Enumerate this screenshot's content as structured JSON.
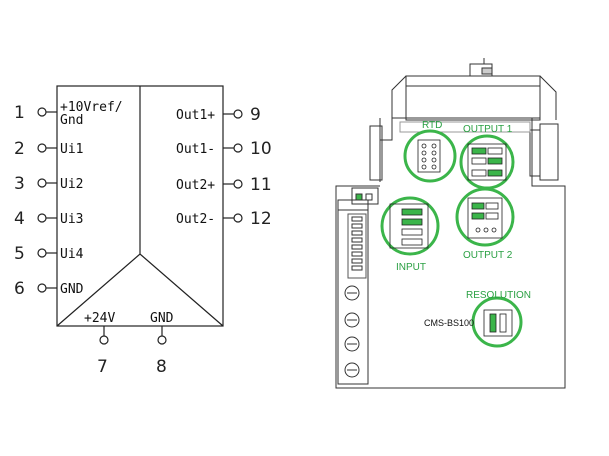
{
  "schematic": {
    "pins": [
      {
        "num": "1",
        "label": "+10Vref/",
        "label2": "Gnd"
      },
      {
        "num": "2",
        "label": "Ui1"
      },
      {
        "num": "3",
        "label": "Ui2"
      },
      {
        "num": "4",
        "label": "Ui3"
      },
      {
        "num": "5",
        "label": "Ui4"
      },
      {
        "num": "6",
        "label": "GND"
      },
      {
        "num": "9",
        "label": "Out1+"
      },
      {
        "num": "10",
        "label": "Out1-"
      },
      {
        "num": "11",
        "label": "Out2+"
      },
      {
        "num": "12",
        "label": "Out2-"
      },
      {
        "num": "7",
        "label": "+24V"
      },
      {
        "num": "8",
        "label": "GND"
      }
    ]
  },
  "board": {
    "labels": {
      "rtd": "RTD",
      "output1": "OUTPUT 1",
      "input": "INPUT",
      "output2": "OUTPUT 2",
      "resolution": "RESOLUTION",
      "model": "CMS-BS100"
    },
    "colors": {
      "accent": "#2aa043",
      "jumper": "#3bb54a",
      "outline": "#333333"
    }
  }
}
